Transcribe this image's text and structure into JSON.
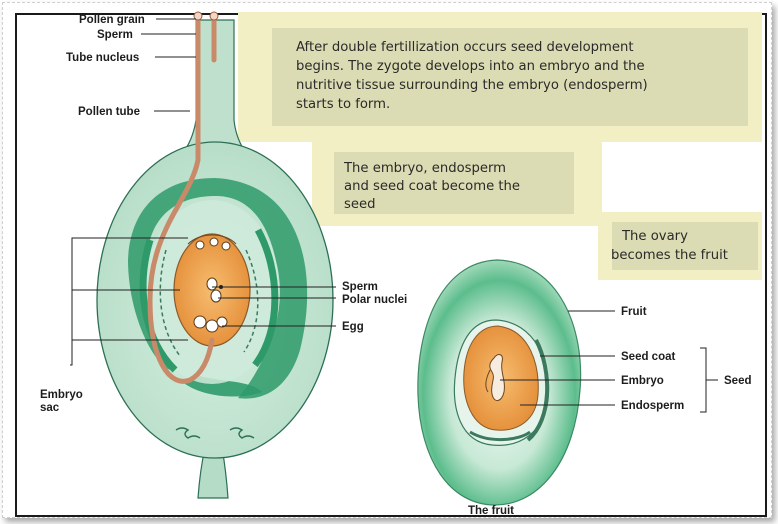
{
  "boxes": {
    "double_fertilization": {
      "line1": "After double fertillization occurs seed development",
      "line2": "begins. The zygote develops into an embryo and the",
      "line3": "nutritive tissue surrounding the embryo (endosperm)",
      "line4": "starts to form."
    },
    "seed_formation": {
      "line1": "The embryo, endosperm",
      "line2": "and seed coat become the",
      "line3": "seed"
    },
    "fruit_formation": {
      "line1": "The ovary",
      "line2": "becomes the fruit"
    }
  },
  "ovule_labels": {
    "pollen_grain": "Pollen grain",
    "sperm_top": "Sperm",
    "tube_nucleus": "Tube nucleus",
    "pollen_tube": "Pollen tube",
    "sperm": "Sperm",
    "polar_nuclei": "Polar nuclei",
    "egg": "Egg",
    "embryo_sac_1": "Embryo",
    "embryo_sac_2": "sac"
  },
  "fruit_labels": {
    "fruit": "Fruit",
    "seed_coat": "Seed coat",
    "embryo": "Embryo",
    "endosperm": "Endosperm",
    "seed": "Seed",
    "caption": "The fruit"
  },
  "colors": {
    "box_fill": "#f2efc4",
    "box_inner": "#dcdcb4",
    "ovary_green": "#bfe0cc",
    "dark_green": "#2e9a6a",
    "endosperm_orange": "#f0a550",
    "pollen_tube": "#c98a6a"
  }
}
